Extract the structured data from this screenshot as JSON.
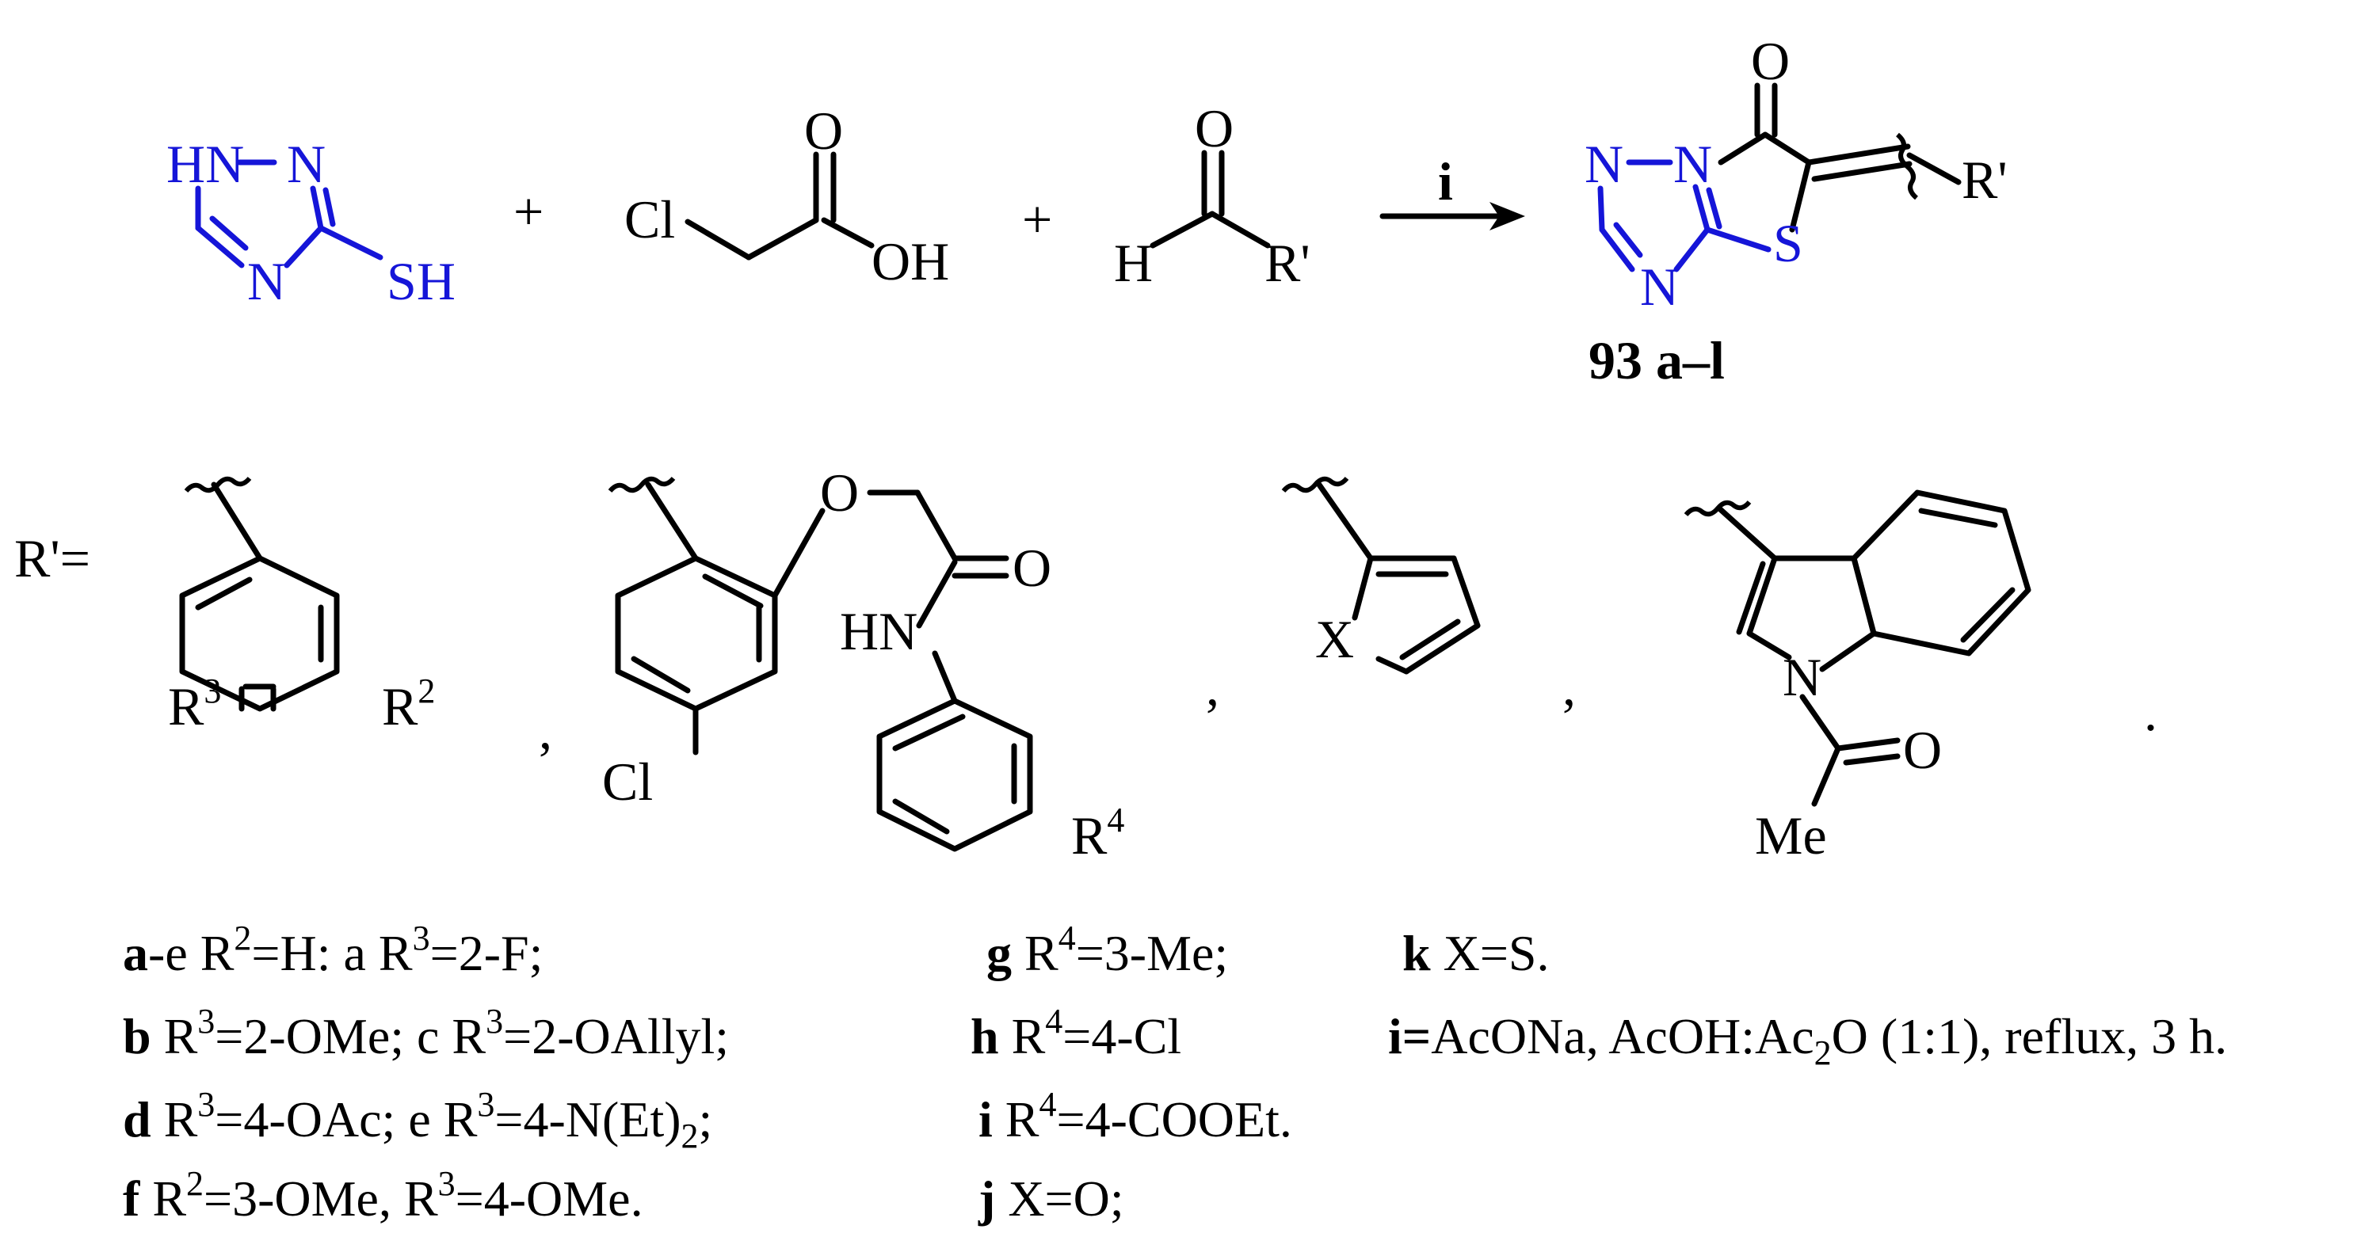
{
  "colors": {
    "heterocycle": "#1515d8",
    "ink": "#000000"
  },
  "reactants": {
    "triazole": {
      "nh": "HN",
      "n_top": "N",
      "n_bottom": "N",
      "sh": "SH"
    },
    "plus": "+",
    "chloroacetic": {
      "cl": "Cl",
      "o": "O",
      "oh": "OH"
    },
    "aldehyde": {
      "o": "O",
      "h": "H",
      "r": "R'"
    }
  },
  "arrow": {
    "label": "i"
  },
  "product": {
    "o": "O",
    "n1": "N",
    "n2": "N",
    "n3": "N",
    "s": "S",
    "r": "R'",
    "id_number": "93",
    "id_series": "a–l"
  },
  "substituents": {
    "prefix": "R'=",
    "phenyl": {
      "r3": "R",
      "r3_sup": "3",
      "r2": "R",
      "r2_sup": "2"
    },
    "aryloxy": {
      "o_ether": "O",
      "o_carbonyl": "O",
      "hn": "HN",
      "cl": "Cl",
      "r4": "R",
      "r4_sup": "4"
    },
    "heteroaryl": {
      "x": "X"
    },
    "indole": {
      "n": "N",
      "o": "O",
      "me": "Me"
    },
    "comma": ",",
    "period": "."
  },
  "footnotes": {
    "col1": {
      "l1_bold": "a",
      "l1_a": "-e R",
      "l1_a_sup": "2",
      "l1_b": "=H: a R",
      "l1_b_sup": "3",
      "l1_c": "=2-F;",
      "l2_bold": "b",
      "l2_a": " R",
      "l2_a_sup": "3",
      "l2_b": "=2-OMe; c R",
      "l2_b_sup": "3",
      "l2_c": "=2-OAllyl;",
      "l3_bold": "d",
      "l3_a": " R",
      "l3_a_sup": "3",
      "l3_b": "=4-OAc; e R",
      "l3_b_sup": "3",
      "l3_c": "=4-N(Et)",
      "l3_c_sub": "2",
      "l3_d": ";",
      "l4_bold": "f",
      "l4_a": " R",
      "l4_a_sup": "2",
      "l4_b": "=3-OMe, R",
      "l4_b_sup": "3",
      "l4_c": "=4-OMe."
    },
    "col2": {
      "l1_bold": "g",
      "l1_a": " R",
      "l1_a_sup": "4",
      "l1_b": "=3-Me;",
      "l2_bold": "h",
      "l2_a": " R",
      "l2_a_sup": "4",
      "l2_b": "=4-Cl",
      "l3_bold": "i",
      "l3_a": " R",
      "l3_a_sup": "4",
      "l3_b": "=4-COOEt.",
      "l4_bold": "j",
      "l4_a": " X=O;"
    },
    "col3": {
      "l1_bold": "k",
      "l1_a": " X=S.",
      "l2_bold": "i=",
      "l2_a": "AcONa, AcOH:Ac",
      "l2_a_sub": "2",
      "l2_b": "O (1:1), reflux, 3 h."
    }
  }
}
